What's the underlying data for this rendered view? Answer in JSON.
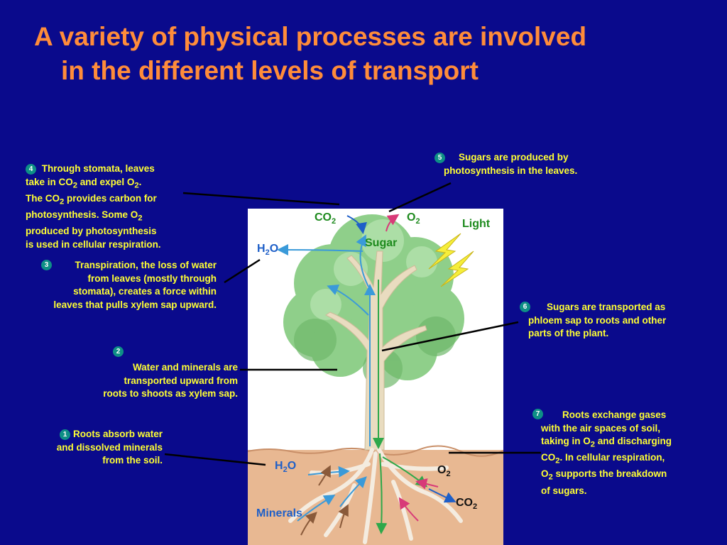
{
  "title": {
    "line1": "A variety of physical processes are involved",
    "line2": "in the different levels of transport"
  },
  "steps": [
    {
      "num": "1",
      "lines": [
        "Roots absorb water",
        "and dissolved minerals",
        "from the soil."
      ]
    },
    {
      "num": "2",
      "lines": [
        "Water and minerals are",
        "transported upward from",
        "roots to shoots as xylem sap."
      ]
    },
    {
      "num": "3",
      "lines": [
        "Transpiration, the loss of water",
        "from leaves (mostly through",
        "stomata), creates a force within",
        "leaves that pulls xylem sap upward."
      ]
    },
    {
      "num": "4",
      "lines": [
        "Through stomata, leaves",
        "take in CO2 and expel O2.",
        "The CO2 provides carbon for",
        "photosynthesis. Some O2",
        "produced by photosynthesis",
        "is used in cellular respiration."
      ]
    },
    {
      "num": "5",
      "lines": [
        "Sugars are produced by",
        "photosynthesis in the leaves."
      ]
    },
    {
      "num": "6",
      "lines": [
        "Sugars are transported as",
        "phloem sap to roots and other",
        "parts of the plant."
      ]
    },
    {
      "num": "7",
      "lines": [
        "Roots exchange gases",
        "with the air spaces of soil,",
        "taking in O2 and discharging",
        "CO2. In cellular respiration,",
        "O2 supports the breakdown",
        "of sugars."
      ]
    }
  ],
  "labels": {
    "co2": "CO",
    "o2": "O",
    "sub2": "2",
    "h2o_h": "H",
    "h2o_o": "O",
    "light": "Light",
    "sugar": "Sugar",
    "minerals": "Minerals"
  },
  "colors": {
    "background": "#0a0a8c",
    "title": "#ff8c3a",
    "note_text": "#ffff33",
    "badge": "#0e8f86",
    "label_green": "#1d8a1d",
    "label_blue": "#1e5fc8",
    "xylem_arrow": "#3a9ad9",
    "phloem_arrow": "#2ea84a",
    "soil": "#e8b892",
    "foliage": "#8fcf8a"
  }
}
